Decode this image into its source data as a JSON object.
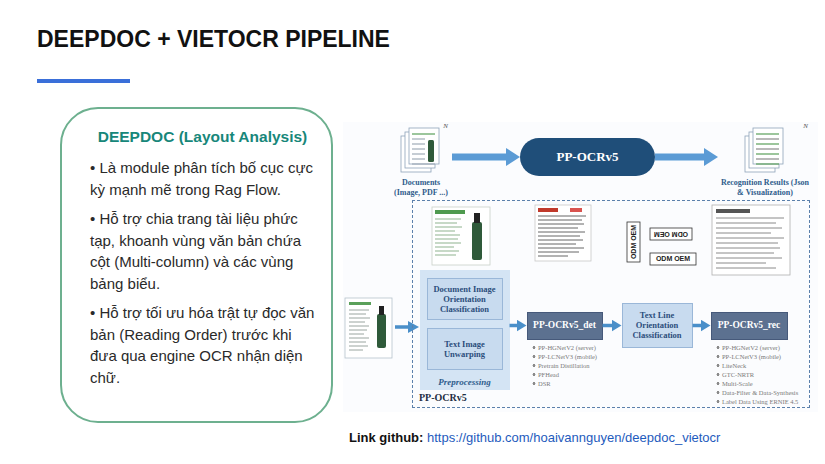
{
  "diagram": {
    "title": "DEEPDOC + VIETOCR PIPELINE",
    "nodes": [
      {
        "text": [
          "DEEPDOC (Layout Analysis)",
          "• Là module phân tích bố cục cực kỳ mạnh mẽ trong Rag Flow.",
          "• Hỗ trợ chia trang tài liệu phức tạp, khoanh vùng văn bản chứa cột (Multi-column) và các vùng bảng biểu.",
          "• Hỗ trợ tối ưu hóa trật tự đọc văn bản (Reading Order) trước khi đưa qua engine OCR nhận diện chữ."
        ]
      },
      {
        "text": [
          "N",
          "Documents (Image, PDF ...)"
        ]
      },
      {
        "text": [
          "PP-OCRv5"
        ]
      },
      {
        "text": [
          "N",
          "Recognition Results (Json & Visualization)"
        ]
      },
      {
        "text": [
          "PP-OCRv5"
        ]
      },
      {
        "text": [
          "Preprocessing"
        ],
        "in": 4
      },
      {
        "text": [
          "Document Image Orientation Classification"
        ],
        "in": 5
      },
      {
        "text": [
          "Text Image Unwarping"
        ],
        "in": 5
      },
      {
        "text": [
          "PP-OCRv5_det"
        ],
        "in": 4
      },
      {
        "text": [
          "Text Line Orientation Classification"
        ],
        "in": 4
      },
      {
        "text": [
          "PP-OCRv5_rec"
        ],
        "in": 4
      }
    ],
    "edges": [
      {
        "from": 1,
        "to": 2,
        "arrow": "to"
      },
      {
        "from": 2,
        "to": 3,
        "arrow": "to"
      },
      {
        "from": 5,
        "to": 8,
        "arrow": "to"
      },
      {
        "from": 8,
        "to": 9,
        "arrow": "to"
      },
      {
        "from": 9,
        "to": 10,
        "arrow": "to"
      }
    ],
    "labels": [
      "ODM OEM",
      "ODM OEM",
      "ODM OEM",
      "PP-HGNetV2 (server)",
      "PP-LCNetV3 (mobile)",
      "Pretrain Distillation",
      "PFHead",
      "DSR",
      "PP-HGNetV2 (server)",
      "PP-LCNetV3 (mobile)",
      "LiteNeck",
      "GTC-NRTR",
      "Multi-Scale",
      "Data-Filter & Data-Synthesis",
      "Label Data Using ERNIE 4.5",
      "Link github:",
      "https://github.com/hoaivannguyen/deepdoc_vietocr"
    ]
  }
}
